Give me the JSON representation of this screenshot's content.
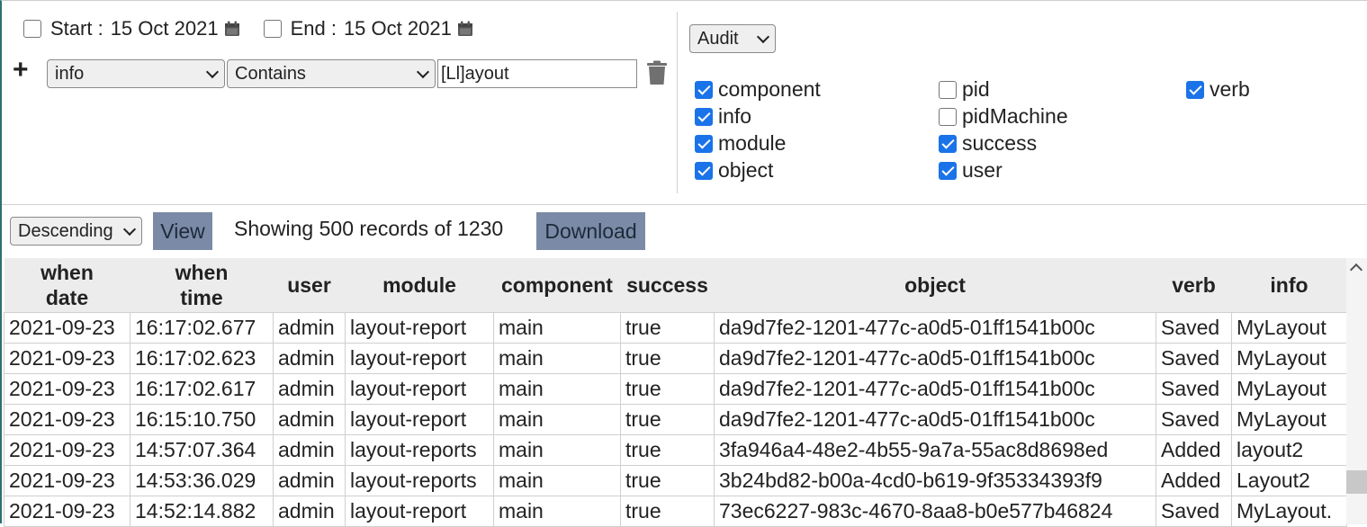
{
  "filters": {
    "start_label": "Start :",
    "start_date": "15 Oct 2021",
    "end_label": "End :",
    "end_date": "15 Oct 2021",
    "field_select": "info",
    "op_select": "Contains",
    "value": "[Ll]ayout"
  },
  "audit_select": "Audit",
  "columns_toggle": [
    {
      "label": "component",
      "checked": true
    },
    {
      "label": "info",
      "checked": true
    },
    {
      "label": "module",
      "checked": true
    },
    {
      "label": "object",
      "checked": true
    },
    {
      "label": "pid",
      "checked": false
    },
    {
      "label": "pidMachine",
      "checked": false
    },
    {
      "label": "success",
      "checked": true
    },
    {
      "label": "user",
      "checked": true
    },
    {
      "label": "verb",
      "checked": true
    }
  ],
  "toolbar": {
    "order_select": "Descending",
    "view_label": "View",
    "showing_text": "Showing 500 records of 1230",
    "download_label": "Download"
  },
  "table": {
    "headers": [
      {
        "line1": "when",
        "line2": "date"
      },
      {
        "line1": "when",
        "line2": "time"
      },
      {
        "line1": "user",
        "line2": ""
      },
      {
        "line1": "module",
        "line2": ""
      },
      {
        "line1": "component",
        "line2": ""
      },
      {
        "line1": "success",
        "line2": ""
      },
      {
        "line1": "object",
        "line2": ""
      },
      {
        "line1": "verb",
        "line2": ""
      },
      {
        "line1": "info",
        "line2": ""
      }
    ],
    "rows": [
      [
        "2021-09-23",
        "16:17:02.677",
        "admin",
        "layout-report",
        "main",
        "true",
        "da9d7fe2-1201-477c-a0d5-01ff1541b00c",
        "Saved",
        "MyLayout"
      ],
      [
        "2021-09-23",
        "16:17:02.623",
        "admin",
        "layout-report",
        "main",
        "true",
        "da9d7fe2-1201-477c-a0d5-01ff1541b00c",
        "Saved",
        "MyLayout"
      ],
      [
        "2021-09-23",
        "16:17:02.617",
        "admin",
        "layout-report",
        "main",
        "true",
        "da9d7fe2-1201-477c-a0d5-01ff1541b00c",
        "Saved",
        "MyLayout"
      ],
      [
        "2021-09-23",
        "16:15:10.750",
        "admin",
        "layout-report",
        "main",
        "true",
        "da9d7fe2-1201-477c-a0d5-01ff1541b00c",
        "Saved",
        "MyLayout"
      ],
      [
        "2021-09-23",
        "14:57:07.364",
        "admin",
        "layout-reports",
        "main",
        "true",
        "3fa946a4-48e2-4b55-9a7a-55ac8d8698ed",
        "Added",
        "layout2"
      ],
      [
        "2021-09-23",
        "14:53:36.029",
        "admin",
        "layout-reports",
        "main",
        "true",
        "3b24bd82-b00a-4cd0-b619-9f35334393f9",
        "Added",
        "Layout2"
      ],
      [
        "2021-09-23",
        "14:52:14.882",
        "admin",
        "layout-report",
        "main",
        "true",
        "73ec6227-983c-4670-8aa8-b0e577b46824",
        "Saved",
        "MyLayout."
      ]
    ]
  },
  "colors": {
    "checkbox_checked": "#1a73e8",
    "button_bg": "#7b8aa6",
    "header_bg": "#ececec"
  }
}
